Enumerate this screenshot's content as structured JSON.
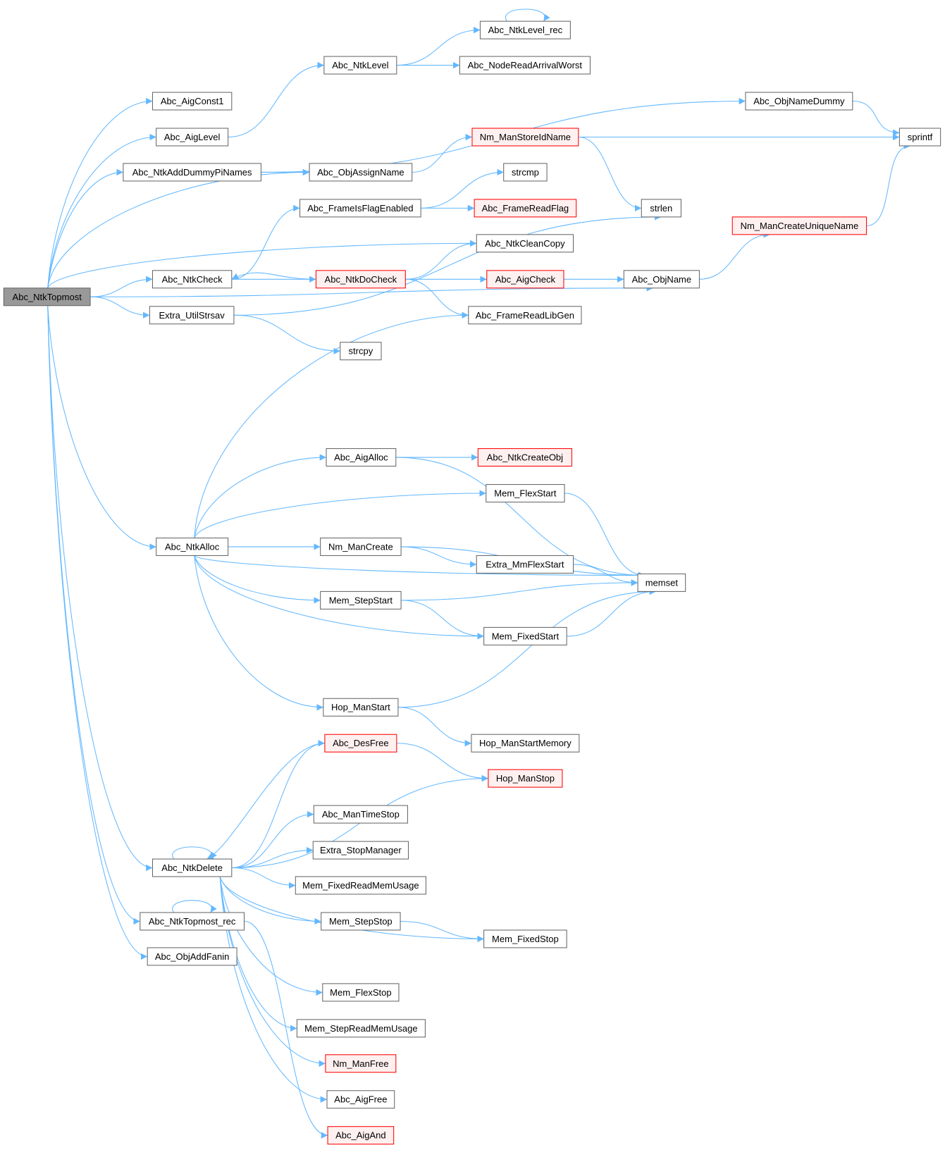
{
  "title": "Abc_NtkTopmost call graph",
  "colors": {
    "edge": "#63b8ff",
    "root_fill": "#999999",
    "truncated_border": "#ff0000",
    "truncated_fill": "#fff0f0"
  },
  "nodes": [
    {
      "id": "topmost",
      "label": "Abc_NtkTopmost",
      "kind": "root"
    },
    {
      "id": "aigconst1",
      "label": "Abc_AigConst1"
    },
    {
      "id": "aiglevel",
      "label": "Abc_AigLevel"
    },
    {
      "id": "adddummy",
      "label": "Abc_NtkAddDummyPiNames"
    },
    {
      "id": "ntklevel",
      "label": "Abc_NtkLevel"
    },
    {
      "id": "ntklevelrec",
      "label": "Abc_NtkLevel_rec"
    },
    {
      "id": "arrival",
      "label": "Abc_NodeReadArrivalWorst"
    },
    {
      "id": "objnamedummy",
      "label": "Abc_ObjNameDummy"
    },
    {
      "id": "sprintf",
      "label": "sprintf"
    },
    {
      "id": "storeid",
      "label": "Nm_ManStoreIdName",
      "kind": "truncated"
    },
    {
      "id": "assignname",
      "label": "Abc_ObjAssignName"
    },
    {
      "id": "strcmp",
      "label": "strcmp"
    },
    {
      "id": "flagenabled",
      "label": "Abc_FrameIsFlagEnabled"
    },
    {
      "id": "readflag",
      "label": "Abc_FrameReadFlag",
      "kind": "truncated"
    },
    {
      "id": "strlen",
      "label": "strlen"
    },
    {
      "id": "uniquename",
      "label": "Nm_ManCreateUniqueName",
      "kind": "truncated"
    },
    {
      "id": "cleancopy",
      "label": "Abc_NtkCleanCopy"
    },
    {
      "id": "ntkcheck",
      "label": "Abc_NtkCheck"
    },
    {
      "id": "docheck",
      "label": "Abc_NtkDoCheck",
      "kind": "truncated"
    },
    {
      "id": "aigcheck",
      "label": "Abc_AigCheck",
      "kind": "truncated"
    },
    {
      "id": "objname",
      "label": "Abc_ObjName"
    },
    {
      "id": "strsav",
      "label": "Extra_UtilStrsav"
    },
    {
      "id": "libgen",
      "label": "Abc_FrameReadLibGen"
    },
    {
      "id": "strcpy",
      "label": "strcpy"
    },
    {
      "id": "aigalloc",
      "label": "Abc_AigAlloc"
    },
    {
      "id": "createobj",
      "label": "Abc_NtkCreateObj",
      "kind": "truncated"
    },
    {
      "id": "flexstart",
      "label": "Mem_FlexStart"
    },
    {
      "id": "ntkalloc",
      "label": "Abc_NtkAlloc"
    },
    {
      "id": "nmcreate",
      "label": "Nm_ManCreate"
    },
    {
      "id": "mmflexstart",
      "label": "Extra_MmFlexStart"
    },
    {
      "id": "memset",
      "label": "memset"
    },
    {
      "id": "stepstart",
      "label": "Mem_StepStart"
    },
    {
      "id": "fixedstart",
      "label": "Mem_FixedStart"
    },
    {
      "id": "hopstart",
      "label": "Hop_ManStart"
    },
    {
      "id": "hopstartmem",
      "label": "Hop_ManStartMemory"
    },
    {
      "id": "desfree",
      "label": "Abc_DesFree",
      "kind": "truncated"
    },
    {
      "id": "hopstop",
      "label": "Hop_ManStop",
      "kind": "truncated"
    },
    {
      "id": "timestop",
      "label": "Abc_ManTimeStop"
    },
    {
      "id": "stopmgr",
      "label": "Extra_StopManager"
    },
    {
      "id": "ntkdelete",
      "label": "Abc_NtkDelete"
    },
    {
      "id": "fixedusage",
      "label": "Mem_FixedReadMemUsage"
    },
    {
      "id": "stepstop",
      "label": "Mem_StepStop"
    },
    {
      "id": "topmostrec",
      "label": "Abc_NtkTopmost_rec"
    },
    {
      "id": "fixedstop",
      "label": "Mem_FixedStop"
    },
    {
      "id": "addfanin",
      "label": "Abc_ObjAddFanin"
    },
    {
      "id": "flexstop",
      "label": "Mem_FlexStop"
    },
    {
      "id": "stepusage",
      "label": "Mem_StepReadMemUsage"
    },
    {
      "id": "nmfree",
      "label": "Nm_ManFree",
      "kind": "truncated"
    },
    {
      "id": "aigfree",
      "label": "Abc_AigFree"
    },
    {
      "id": "aigand",
      "label": "Abc_AigAnd",
      "kind": "truncated"
    }
  ],
  "edges": [
    [
      "topmost",
      "aigconst1"
    ],
    [
      "topmost",
      "aiglevel"
    ],
    [
      "topmost",
      "adddummy"
    ],
    [
      "topmost",
      "assignname"
    ],
    [
      "topmost",
      "cleancopy"
    ],
    [
      "topmost",
      "ntkcheck"
    ],
    [
      "topmost",
      "strsav"
    ],
    [
      "topmost",
      "objname"
    ],
    [
      "topmost",
      "ntkalloc"
    ],
    [
      "topmost",
      "ntkdelete"
    ],
    [
      "topmost",
      "topmostrec"
    ],
    [
      "topmost",
      "addfanin"
    ],
    [
      "aiglevel",
      "ntklevel"
    ],
    [
      "ntklevel",
      "ntklevelrec"
    ],
    [
      "ntklevel",
      "arrival"
    ],
    [
      "ntklevelrec",
      "ntklevelrec"
    ],
    [
      "adddummy",
      "objnamedummy"
    ],
    [
      "adddummy",
      "assignname"
    ],
    [
      "objnamedummy",
      "sprintf"
    ],
    [
      "assignname",
      "storeid"
    ],
    [
      "storeid",
      "sprintf"
    ],
    [
      "storeid",
      "strlen"
    ],
    [
      "flagenabled",
      "strcmp"
    ],
    [
      "flagenabled",
      "readflag"
    ],
    [
      "ntkcheck",
      "flagenabled"
    ],
    [
      "ntkcheck",
      "docheck"
    ],
    [
      "docheck",
      "ntkcheck"
    ],
    [
      "docheck",
      "cleancopy"
    ],
    [
      "docheck",
      "aigcheck"
    ],
    [
      "docheck",
      "libgen"
    ],
    [
      "aigcheck",
      "objname"
    ],
    [
      "objname",
      "uniquename"
    ],
    [
      "uniquename",
      "sprintf"
    ],
    [
      "strsav",
      "strlen"
    ],
    [
      "strsav",
      "strcpy"
    ],
    [
      "ntkalloc",
      "libgen"
    ],
    [
      "ntkalloc",
      "aigalloc"
    ],
    [
      "ntkalloc",
      "flexstart"
    ],
    [
      "ntkalloc",
      "nmcreate"
    ],
    [
      "ntkalloc",
      "stepstart"
    ],
    [
      "ntkalloc",
      "fixedstart"
    ],
    [
      "ntkalloc",
      "memset"
    ],
    [
      "ntkalloc",
      "hopstart"
    ],
    [
      "aigalloc",
      "createobj"
    ],
    [
      "aigalloc",
      "memset"
    ],
    [
      "flexstart",
      "memset"
    ],
    [
      "nmcreate",
      "memset"
    ],
    [
      "nmcreate",
      "mmflexstart"
    ],
    [
      "mmflexstart",
      "memset"
    ],
    [
      "stepstart",
      "memset"
    ],
    [
      "stepstart",
      "fixedstart"
    ],
    [
      "fixedstart",
      "memset"
    ],
    [
      "hopstart",
      "memset"
    ],
    [
      "hopstart",
      "hopstartmem"
    ],
    [
      "ntkdelete",
      "ntkdelete"
    ],
    [
      "ntkdelete",
      "desfree"
    ],
    [
      "ntkdelete",
      "hopstop"
    ],
    [
      "ntkdelete",
      "timestop"
    ],
    [
      "ntkdelete",
      "stopmgr"
    ],
    [
      "ntkdelete",
      "fixedusage"
    ],
    [
      "ntkdelete",
      "stepstop"
    ],
    [
      "ntkdelete",
      "fixedstop"
    ],
    [
      "ntkdelete",
      "flexstop"
    ],
    [
      "ntkdelete",
      "stepusage"
    ],
    [
      "ntkdelete",
      "nmfree"
    ],
    [
      "ntkdelete",
      "aigfree"
    ],
    [
      "desfree",
      "ntkdelete"
    ],
    [
      "desfree",
      "hopstop"
    ],
    [
      "stepstop",
      "fixedstop"
    ],
    [
      "topmostrec",
      "topmostrec"
    ],
    [
      "topmostrec",
      "aigand"
    ]
  ]
}
